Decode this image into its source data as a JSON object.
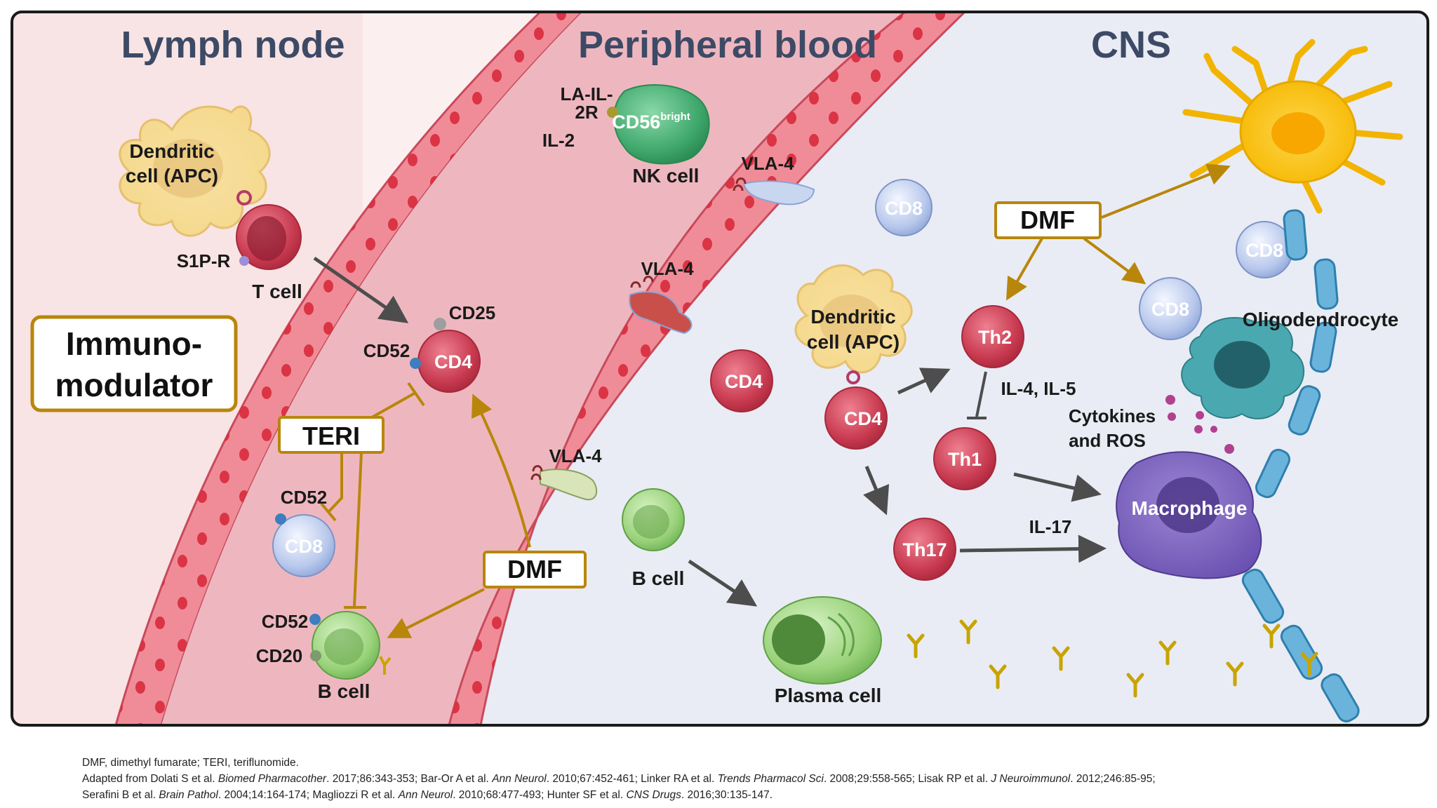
{
  "regions": {
    "lymph_node": "Lymph node",
    "peripheral_blood": "Peripheral blood",
    "cns": "CNS"
  },
  "immunomodulator": {
    "line1": "Immuno-",
    "line2": "modulator"
  },
  "drugs": {
    "teri": "TERI",
    "dmf_blood": "DMF",
    "dmf_cns": "DMF"
  },
  "lymph": {
    "dendritic_line1": "Dendritic",
    "dendritic_line2": "cell (APC)",
    "s1pr": "S1P-R",
    "t_cell": "T cell",
    "cd25": "CD25",
    "cd52_a": "CD52",
    "cd4": "CD4",
    "cd52_b": "CD52",
    "cd8": "CD8",
    "cd52_c": "CD52",
    "cd20": "CD20",
    "b_cell": "B cell"
  },
  "blood": {
    "la_il_line1": "LA-IL-",
    "la_il_line2": "2R",
    "il2": "IL-2",
    "cd56": "CD56",
    "cd56_sup": "bright",
    "nk_cell": "NK cell",
    "vla4_a": "VLA-4",
    "vla4_b": "VLA-4",
    "vla4_c": "VLA-4"
  },
  "cns": {
    "cd8_a": "CD8",
    "cd8_b": "CD8",
    "cd8_c": "CD8",
    "cd4_a": "CD4",
    "dendritic_line1": "Dendritic",
    "dendritic_line2": "cell (APC)",
    "cd4_b": "CD4",
    "th2": "Th2",
    "il4_il5": "IL-4, IL-5",
    "th1": "Th1",
    "th17": "Th17",
    "il17": "IL-17",
    "cytokines_line1": "Cytokines",
    "cytokines_line2": "and ROS",
    "macrophage": "Macrophage",
    "oligodendrocyte": "Oligodendrocyte",
    "b_cell": "B cell",
    "plasma_cell": "Plasma cell"
  },
  "footer": {
    "abbrev": "DMF, dimethyl fumarate; TERI, teriflunomide.",
    "refs_line1": [
      {
        "t": "Adapted from Dolati S et al. ",
        "i": false
      },
      {
        "t": "Biomed Pharmacother",
        "i": true
      },
      {
        "t": ". 2017;86:343-353; Bar-Or A et al. ",
        "i": false
      },
      {
        "t": "Ann Neurol",
        "i": true
      },
      {
        "t": ". 2010;67:452-461; Linker RA et al. ",
        "i": false
      },
      {
        "t": "Trends Pharmacol Sci",
        "i": true
      },
      {
        "t": ". 2008;29:558-565; Lisak RP et al. ",
        "i": false
      },
      {
        "t": "J Neuroimmunol",
        "i": true
      },
      {
        "t": ". 2012;246:85-95;",
        "i": false
      }
    ],
    "refs_line2": [
      {
        "t": "Serafini B et al. ",
        "i": false
      },
      {
        "t": "Brain Pathol",
        "i": true
      },
      {
        "t": ". 2004;14:164-174; Magliozzi R et al. ",
        "i": false
      },
      {
        "t": "Ann Neurol",
        "i": true
      },
      {
        "t": ". 2010;68:477-493; Hunter SF et al. ",
        "i": false
      },
      {
        "t": "CNS Drugs",
        "i": true
      },
      {
        "t": ". 2016;30:135-147.",
        "i": false
      }
    ]
  },
  "colors": {
    "lymph_bg": "#f7dcdc",
    "vessel": "#e8a0a8",
    "vessel_wall": "#ee7f8a",
    "cns_bg": "#e6e9f2",
    "drug_box": "#b8860b",
    "arrow_gray": "#555555"
  }
}
